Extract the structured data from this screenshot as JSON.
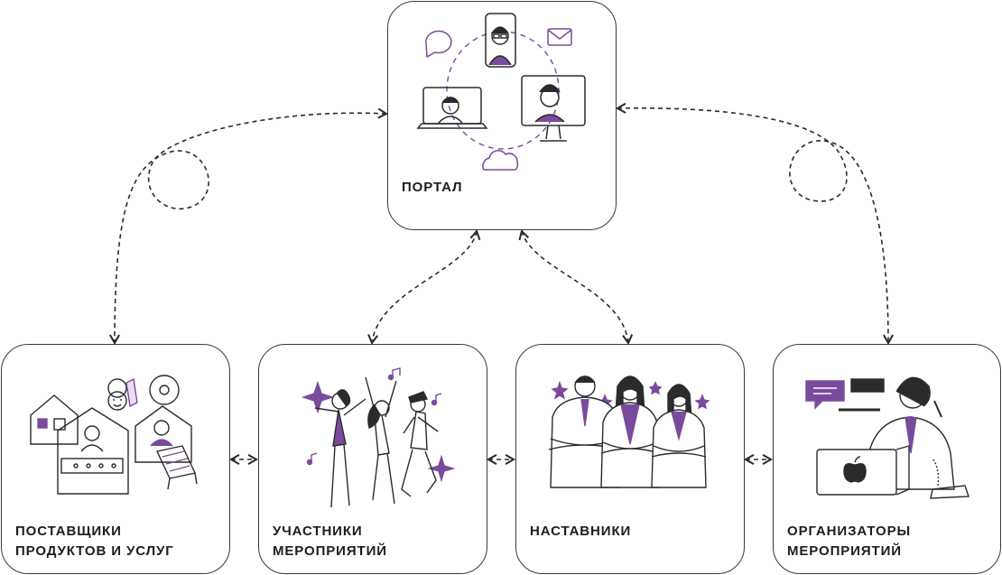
{
  "nodes": {
    "portal": {
      "label": "ПОРТАЛ"
    },
    "suppliers": {
      "line1": "ПОСТАВЩИКИ",
      "line2": "ПРОДУКТОВ И УСЛУГ"
    },
    "participants": {
      "line1": "УЧАСТНИКИ",
      "line2": "МЕРОПРИЯТИЙ"
    },
    "mentors": {
      "line1": "НАСТАВНИКИ"
    },
    "organizers": {
      "line1": "ОРГАНИЗАТОРЫ",
      "line2": "МЕРОПРИЯТИЙ"
    }
  },
  "colors": {
    "accent": "#7a4a9c",
    "stroke": "#2b2b2b"
  },
  "icons": [
    "chat-bubble-icon",
    "mail-icon",
    "cloud-icon",
    "smartphone-person-icon",
    "laptop-person-icon",
    "monitor-person-icon",
    "apple-logo-icon"
  ]
}
